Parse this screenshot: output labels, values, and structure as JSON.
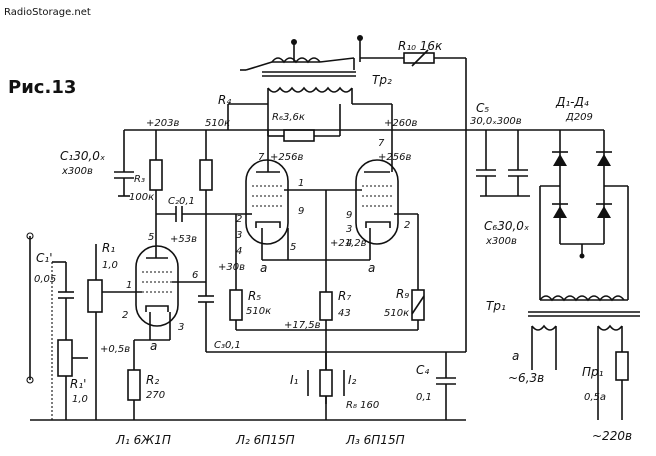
{
  "watermark": "RadioStorage.net",
  "figure_title": "Рис.13",
  "labels": {
    "tr2": "Тр₂",
    "tr1": "Тр₁",
    "r10": "R₁₀ 16к",
    "r6": "R₆3,6к",
    "r4_name": "R₄",
    "r4_val": "510к",
    "r3": "R₃",
    "r3_val": "100к",
    "c2": "C₂0,1",
    "c1": "C₁30,0ₓ",
    "c1_v": "х300в",
    "c1p": "C₁'",
    "c1p_val": "0,05",
    "r1": "R₁",
    "r1_val": "1,0",
    "r1p": "R₁'",
    "r1p_val": "1,0",
    "r2": "R₂",
    "r2_val": "270",
    "r5": "R₅",
    "r5_val": "510к",
    "r7": "R₇",
    "r7_val": "43",
    "r8": "R₈ 160",
    "r9": "R₉",
    "r9_val": "510к",
    "c3": "C₃0,1",
    "c4": "C₄",
    "c4_val": "0,1",
    "c5": "C₅",
    "c5_val": "30,0ₓ300в",
    "c6": "C₆30,0ₓ",
    "c6_v": "х300в",
    "d1d4": "Д₁-Д₄",
    "d_type": "Д209",
    "v203": "+203в",
    "v256a": "+256в",
    "v256b": "+256в",
    "v260": "+260в",
    "v53": "+53в",
    "v30": "+30в",
    "v05": "+0,5в",
    "v175": "+17,5в",
    "v212": "+21,2в",
    "sec_a": "а",
    "sec_v": "~6,3в",
    "fuse": "Пр₁",
    "fuse_val": "0,5а",
    "mains": "~220в",
    "l1": "Л₁ 6Ж1П",
    "l2": "Л₂ 6П15П",
    "l3": "Л₃ 6П15П",
    "j1": "I₁",
    "j2": "I₂",
    "pin_a1": "а",
    "pin_a2": "а",
    "pin_a3": "а",
    "p5": "5",
    "p6": "6",
    "p1": "1",
    "p2": "2",
    "p7": "7",
    "p3": "3",
    "p9": "9",
    "p2b": "2",
    "p3b": "3",
    "p4b": "4",
    "p5b": "5",
    "p1b": "1",
    "p7b": "7",
    "p9b": "9",
    "p3c": "3",
    "p4c": "4",
    "p2c": "2"
  }
}
